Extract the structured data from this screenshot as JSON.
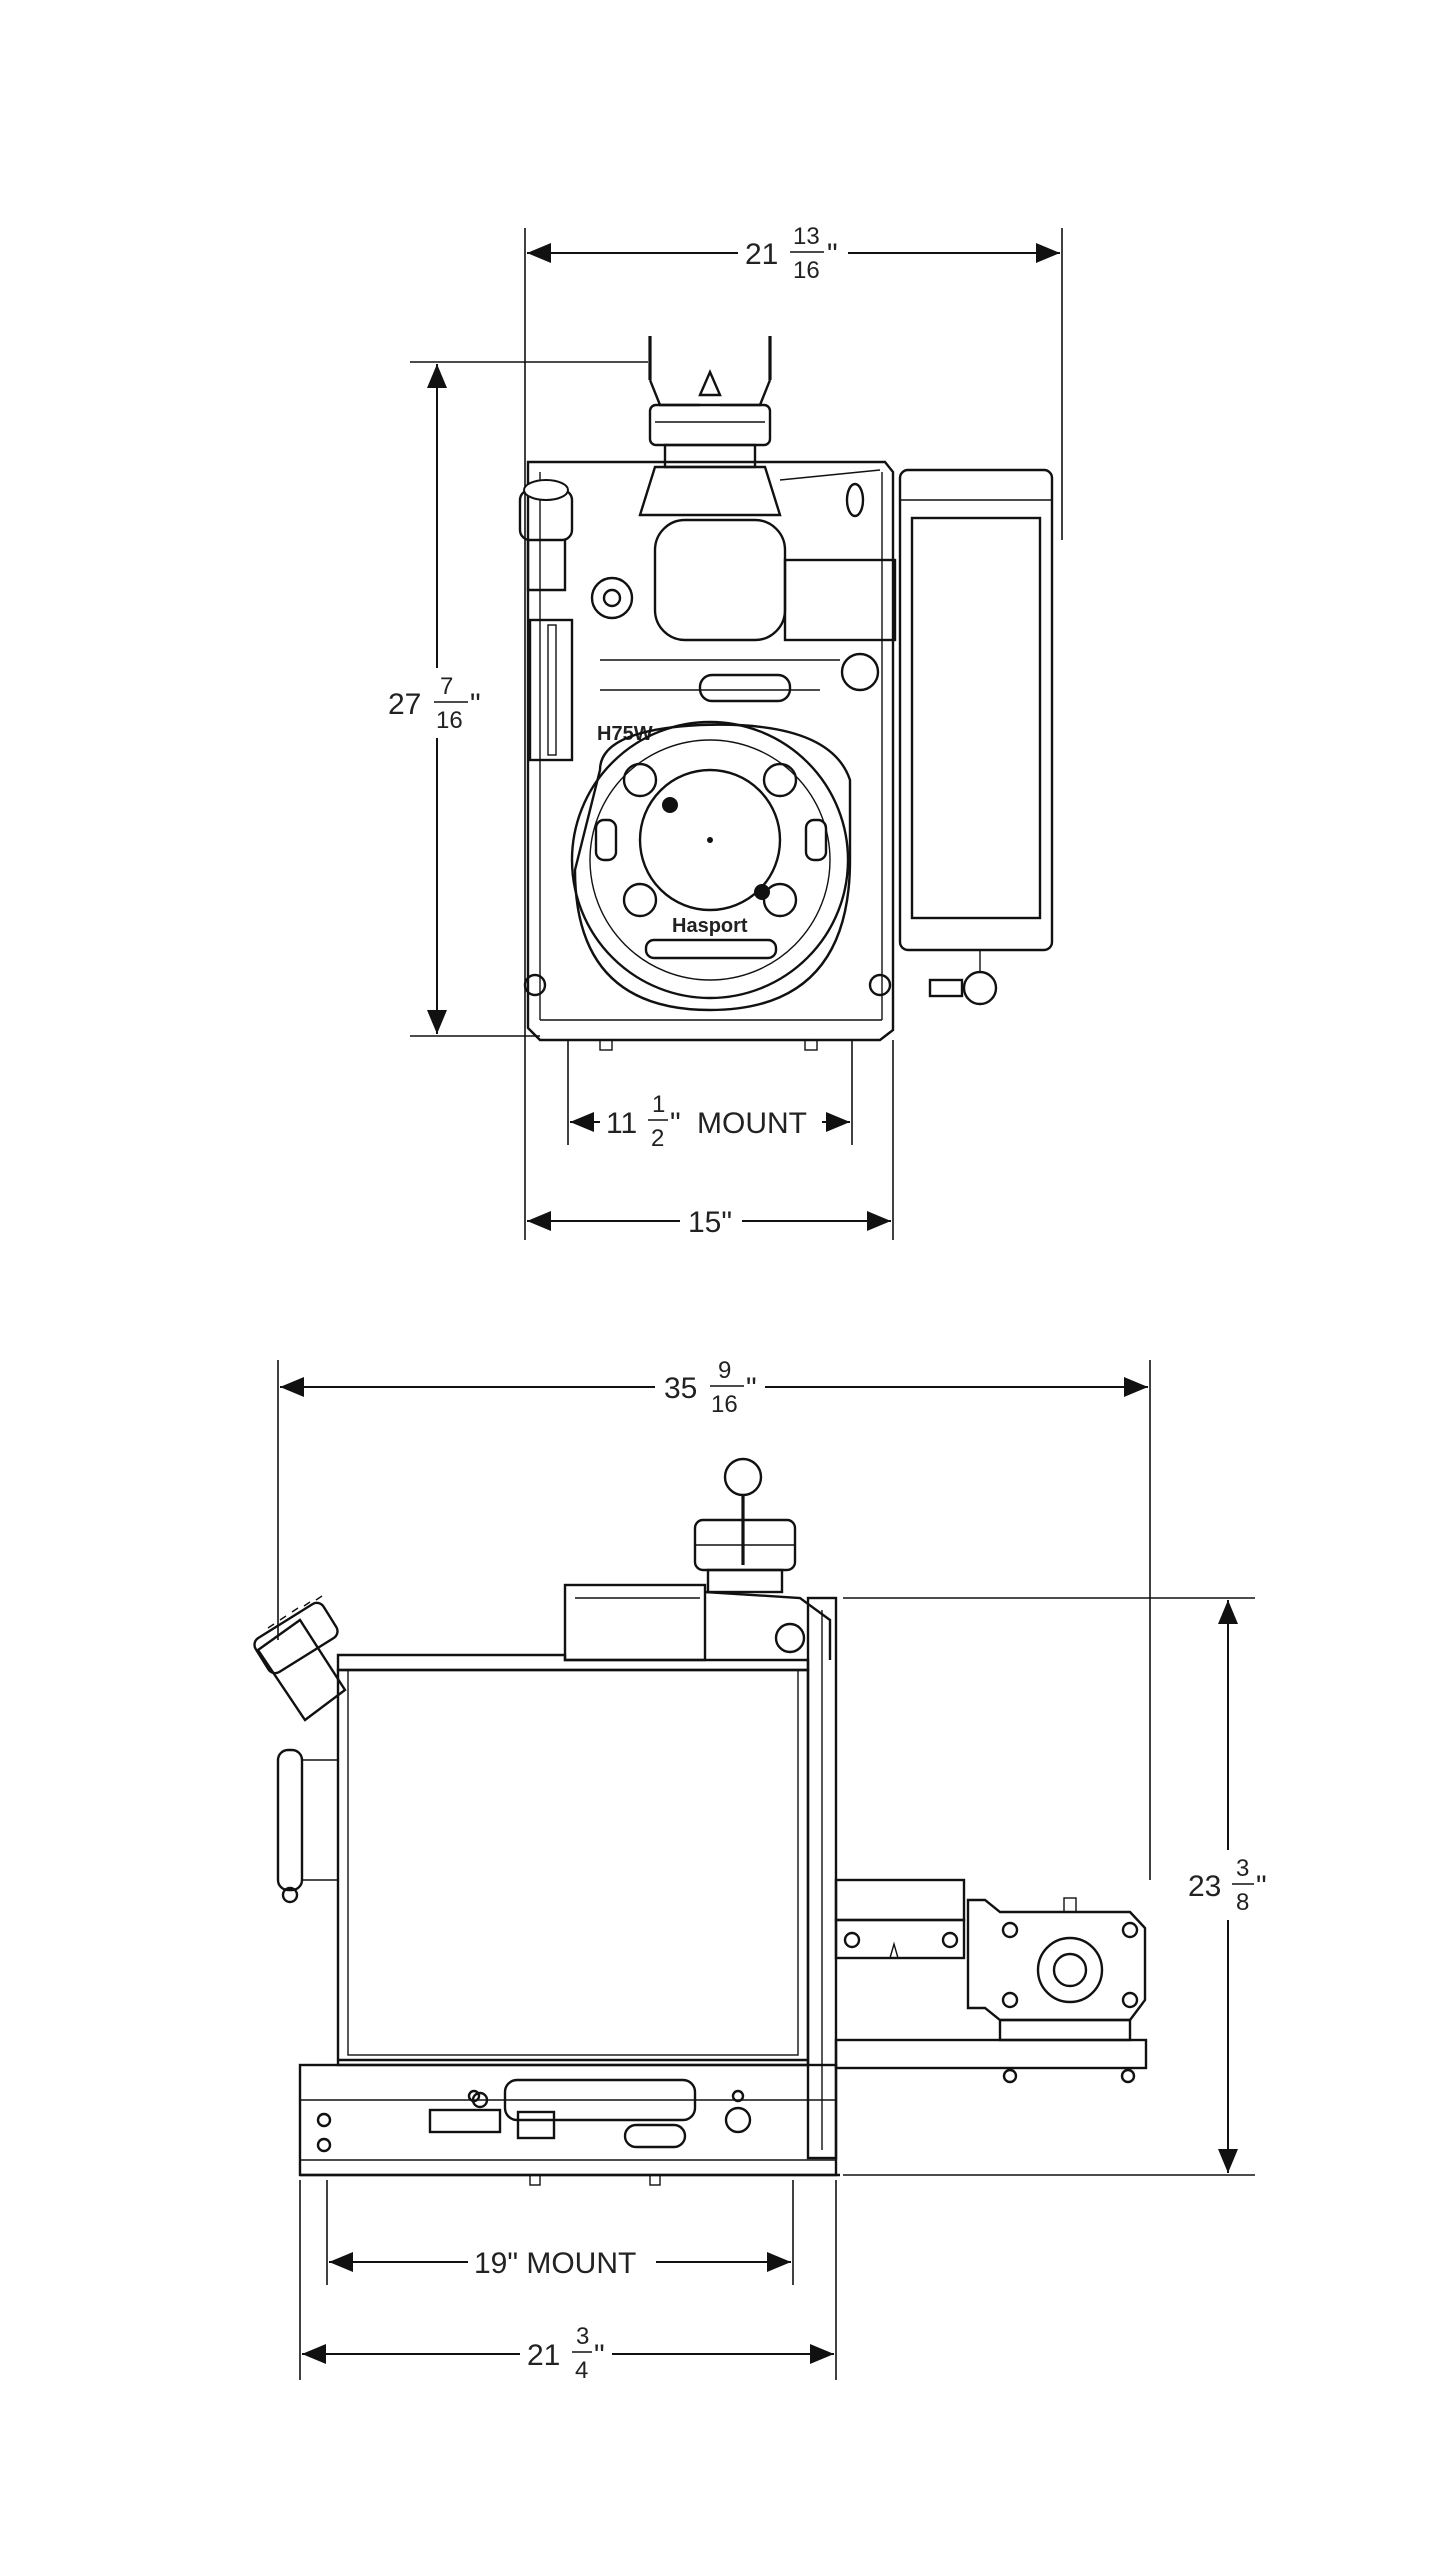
{
  "front_view": {
    "width_top": {
      "whole": "21",
      "num": "13",
      "den": "16",
      "unit": "\""
    },
    "height": {
      "whole": "27",
      "num": "7",
      "den": "16",
      "unit": "\""
    },
    "mount": {
      "whole": "11",
      "num": "1",
      "den": "2",
      "unit": "\"",
      "suffix": "MOUNT"
    },
    "base_width": {
      "text": "15\""
    },
    "model_label": "H75W",
    "brand_label": "Hasport"
  },
  "side_view": {
    "length_top": {
      "whole": "35",
      "num": "9",
      "den": "16",
      "unit": "\""
    },
    "height": {
      "whole": "23",
      "num": "3",
      "den": "8",
      "unit": "\""
    },
    "mount": {
      "text": "19\" MOUNT"
    },
    "base_width": {
      "whole": "21",
      "num": "3",
      "den": "4",
      "unit": "\""
    }
  }
}
